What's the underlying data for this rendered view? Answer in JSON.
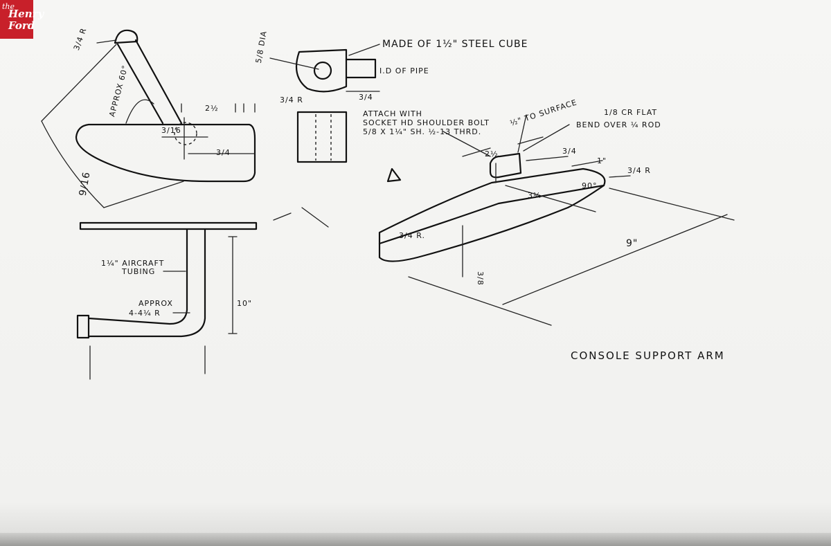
{
  "logo": {
    "line1": "the",
    "line2": "Henry",
    "line3": "Ford"
  },
  "labels": {
    "radius_top_left": "3/4 R",
    "approx_angle": "APPROX 60°",
    "dim_2_half": "2½",
    "dim_3_quarter_left": "3/4",
    "dim_3_16": "3/16",
    "dim_9_16": "9/16",
    "dia": "5/8 DIA",
    "radius_cube": "3/4 R",
    "steel_cube": "MADE OF 1½\" STEEL CUBE",
    "id_pipe": "I.D OF PIPE",
    "cube_dim": "3/4",
    "attach_line1": "ATTACH WITH",
    "attach_line2": "SOCKET HD SHOULDER BOLT",
    "attach_line3": "5/8 X 1¼\" SH. ½-13 THRD.",
    "surface": "½\" TO SURFACE",
    "flat_line1": "1/8 CR FLAT",
    "flat_line2": "BEND OVER ¼ ROD",
    "iso_2_half": "2½",
    "iso_3_quarter": "3/4",
    "iso_1": "1\"",
    "iso_radius": "3/4 R",
    "iso_90": "90°",
    "iso_3_quarter_len": "3¼",
    "iso_radius_front": "3/4 R.",
    "iso_3_8": "3/8",
    "iso_9": "9\"",
    "tubing_line1": "1¼\" AIRCRAFT",
    "tubing_line2": "TUBING",
    "bend_line1": "APPROX",
    "bend_line2": "4-4¼ R",
    "dim_10": "10\"",
    "title": "CONSOLE SUPPORT ARM"
  }
}
